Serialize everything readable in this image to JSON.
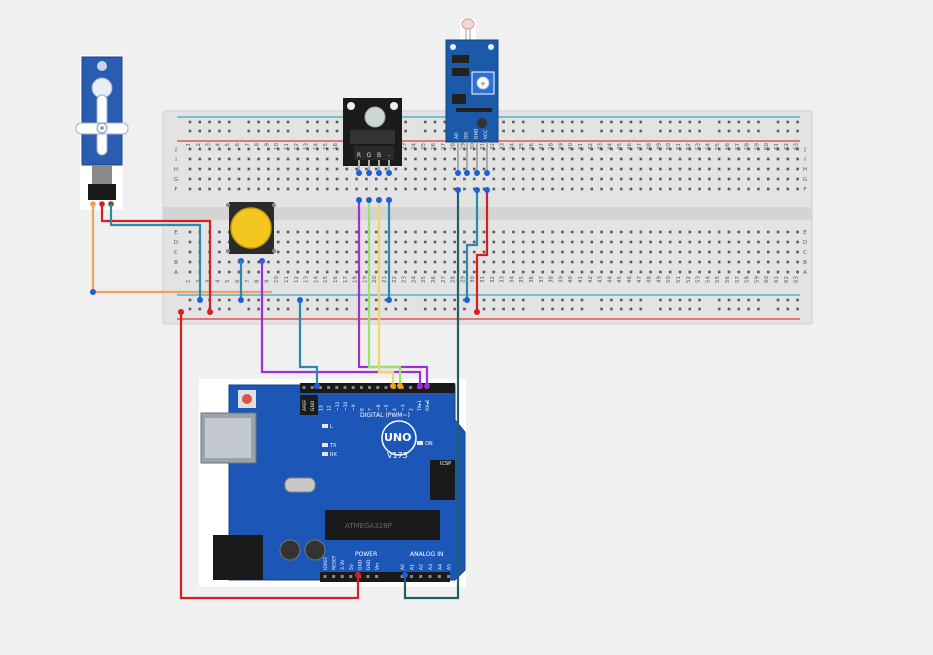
{
  "colors": {
    "background": "#f0f0f0",
    "breadboard": "#e3e3e3",
    "rail_blue": "#3aa6c8",
    "rail_red": "#d83a3a",
    "hole": "#5a5a5a",
    "board_blue": "#1c57b8",
    "wire_red": "#d62020",
    "wire_teal": "#2a8aa8",
    "wire_darkteal": "#1f5f66",
    "wire_orange": "#f0a05a",
    "wire_purple": "#9b30d9",
    "wire_green": "#9be36a",
    "wire_yellow": "#f2d56b",
    "button_yellow": "#f4c720",
    "module_black": "#1b1b1b",
    "module_blue": "#1a5aa8"
  },
  "breadboard": {
    "column_numbers": [
      "1",
      "2",
      "3",
      "4",
      "5",
      "6",
      "7",
      "8",
      "9",
      "10",
      "11",
      "12",
      "13",
      "14",
      "15",
      "16",
      "17",
      "18",
      "19",
      "20",
      "21",
      "22",
      "23",
      "24",
      "25",
      "26",
      "27",
      "28",
      "29",
      "30",
      "31",
      "32",
      "33",
      "34",
      "35",
      "36",
      "37",
      "38",
      "39",
      "40",
      "41",
      "42",
      "43",
      "44",
      "45",
      "46",
      "47",
      "48",
      "49",
      "50",
      "51",
      "52",
      "53",
      "54",
      "55",
      "56",
      "57",
      "58",
      "59",
      "60",
      "61",
      "62",
      "63"
    ],
    "row_letters_top": [
      "J",
      "I",
      "H",
      "G",
      "F"
    ],
    "row_letters_bottom": [
      "E",
      "D",
      "C",
      "B",
      "A"
    ]
  },
  "components": {
    "servo": {
      "icon": "servo-motor-icon"
    },
    "button": {
      "icon": "push-button-icon"
    },
    "rgb_module": {
      "icon": "rgb-led-module-icon",
      "pins": [
        "R",
        "G",
        "B",
        "-"
      ]
    },
    "ldr_module": {
      "icon": "light-sensor-module-icon",
      "pins": [
        "AO",
        "DO",
        "GND",
        "VCC"
      ]
    },
    "arduino": {
      "icon": "arduino-uno-icon",
      "logo": "UNO",
      "version": "V173",
      "digital_label": "DIGITAL (PWM~)",
      "pin_labels_top": [
        "AREF",
        "GND",
        "13",
        "12",
        "~11",
        "~10",
        "~9",
        "8",
        "7",
        "~6",
        "~5",
        "4",
        "~3",
        "2",
        "TX▸1",
        "RX◂0"
      ],
      "power_label": "POWER",
      "analog_label": "ANALOG IN",
      "pin_labels_bottom": [
        "IOREF",
        "RESET",
        "3.3V",
        "5V",
        "GND",
        "GND",
        "Vin",
        "A0",
        "A1",
        "A2",
        "A3",
        "A4",
        "A5"
      ],
      "led_labels": [
        "L",
        "TX",
        "RX",
        "ON"
      ],
      "icsp_label": "ICSP",
      "chip_label": "ATMEGA328P"
    }
  }
}
